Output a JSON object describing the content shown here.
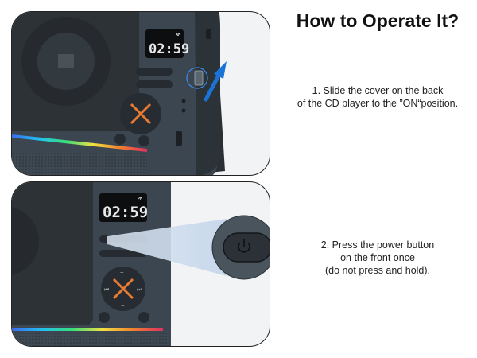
{
  "header": {
    "title": "How to Operate It?"
  },
  "step1": {
    "lines": [
      "1. Slide the cover on the back",
      "of the CD player to the ”ON“position."
    ]
  },
  "step2": {
    "lines": [
      "2. Press the power button",
      "on the front once",
      "(do not press and hold)."
    ]
  },
  "device1": {
    "display_time": "02:59",
    "display_ampm": "AM"
  },
  "device2": {
    "display_time": "02:59",
    "display_ampm": "PM"
  },
  "colors": {
    "body": "#3b4650",
    "lid": "#2d3236",
    "accent_orange": "#e87a32",
    "arrow_blue": "#1a73d6"
  },
  "icons": [
    "power-icon",
    "play-pause-icon",
    "rewind-icon",
    "fast-forward-icon",
    "plus-icon",
    "minus-icon",
    "up-arrow-icon"
  ]
}
